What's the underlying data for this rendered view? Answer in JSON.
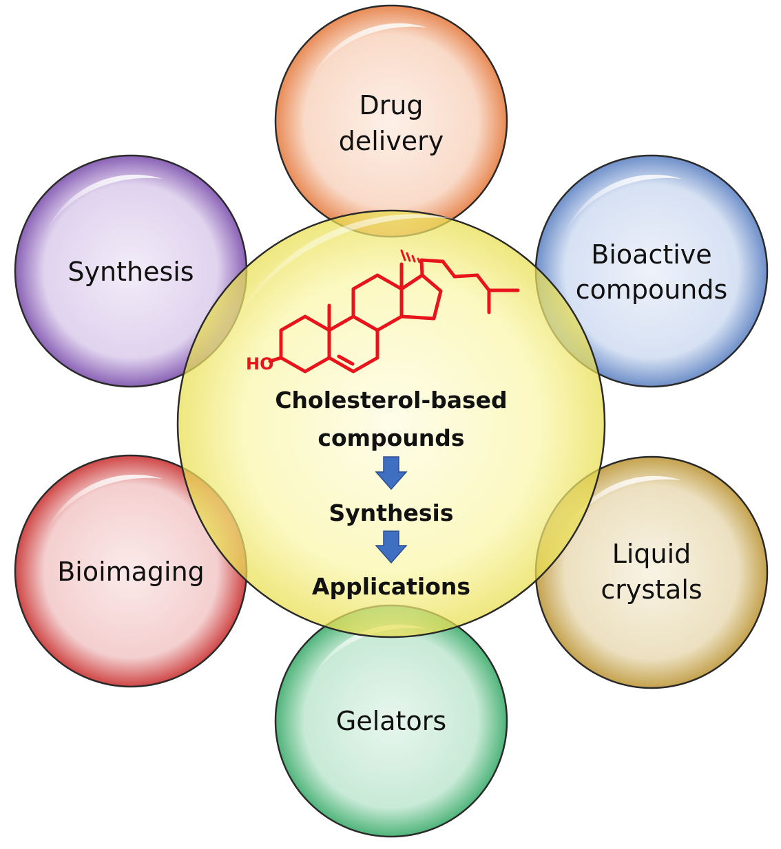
{
  "center": {
    "line1": "Cholesterol-based",
    "line2": "compounds",
    "step1": "Synthesis",
    "step2": "Applications",
    "color": "#f5f27a",
    "arrow_color": "#3f6fc0"
  },
  "molecule": {
    "hydroxyl": "HO",
    "color": "#e8141b"
  },
  "nodes": {
    "drug_delivery": {
      "line1": "Drug",
      "line2": "delivery",
      "color": "#f0a478"
    },
    "bioactive": {
      "line1": "Bioactive",
      "line2": "compounds",
      "color": "#9db6e0"
    },
    "liquid_crystals": {
      "line1": "Liquid",
      "line2": "crystals",
      "color": "#d9c48a"
    },
    "gelators": {
      "label": "Gelators",
      "color": "#8fd0a8"
    },
    "bioimaging": {
      "label": "Bioimaging",
      "color": "#ec9c9c"
    },
    "synthesis": {
      "label": "Synthesis",
      "color": "#b9a0d4"
    }
  }
}
